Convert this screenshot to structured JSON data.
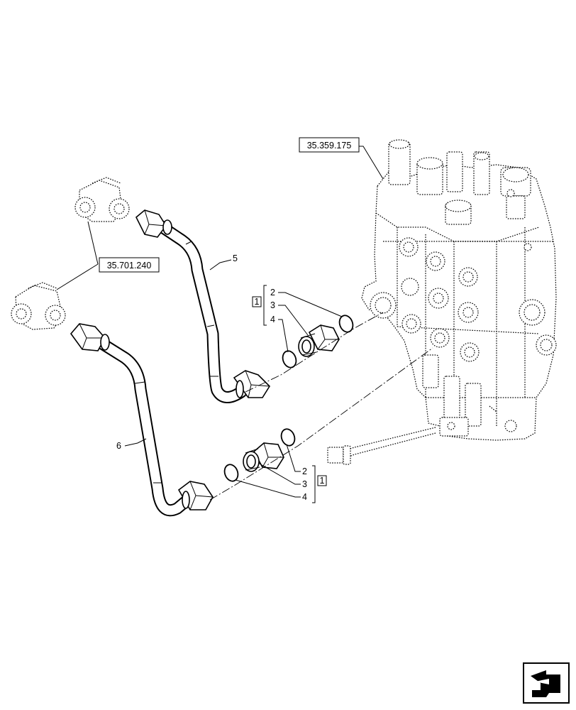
{
  "diagram": {
    "references": {
      "valve_ref": "35.359.175",
      "fitting_ref": "35.701.240"
    },
    "callouts": {
      "pipe_upper": "5",
      "pipe_lower": "6",
      "upper_group": {
        "kit": "1",
        "items": [
          "2",
          "3",
          "4"
        ]
      },
      "lower_group": {
        "kit": "1",
        "items": [
          "2",
          "3",
          "4"
        ]
      }
    },
    "icons": {
      "navigation": "return-arrow-icon"
    }
  }
}
